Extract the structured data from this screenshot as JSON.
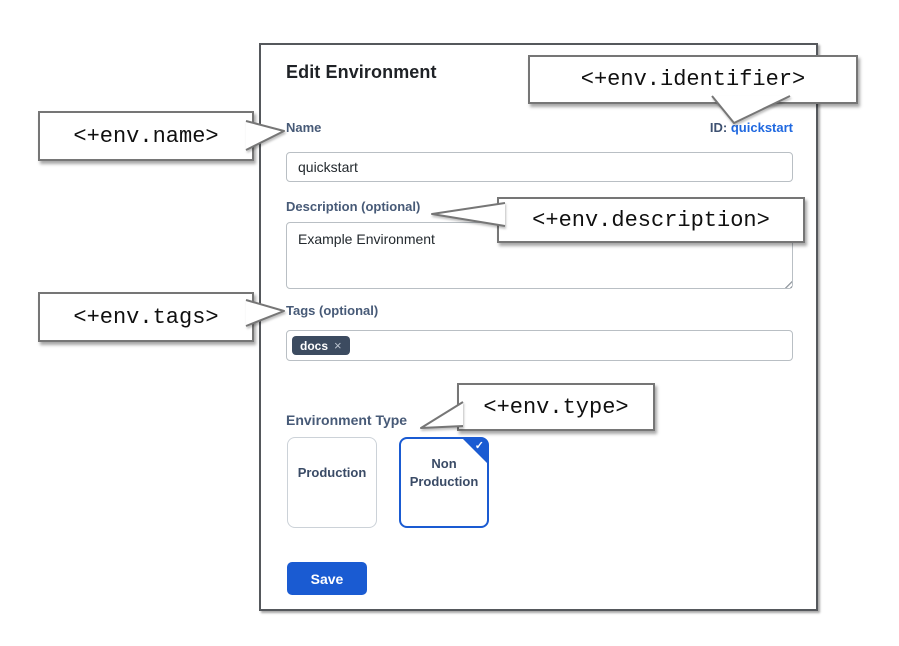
{
  "dialog": {
    "title": "Edit Environment",
    "name": {
      "label": "Name",
      "value": "quickstart"
    },
    "id": {
      "label": "ID:",
      "value": "quickstart"
    },
    "description": {
      "label": "Description (optional)",
      "value": "Example Environment"
    },
    "tags": {
      "label": "Tags (optional)",
      "chips": [
        {
          "label": "docs",
          "remove_icon": "×"
        }
      ]
    },
    "type": {
      "label": "Environment Type",
      "options": [
        {
          "label": "Production",
          "selected": false
        },
        {
          "label": "Non Production",
          "selected": true
        }
      ],
      "selected_check_icon": "✓"
    },
    "save_label": "Save"
  },
  "annotations": {
    "identifier": "<+env.identifier>",
    "name": "<+env.name>",
    "description": "<+env.description>",
    "tags": "<+env.tags>",
    "type": "<+env.type>"
  },
  "colors": {
    "primary_blue": "#1a5bd2",
    "link_blue": "#1f68e0",
    "label_slate": "#475a77",
    "chip_bg": "#3c4b60",
    "callout_border": "#767676"
  }
}
